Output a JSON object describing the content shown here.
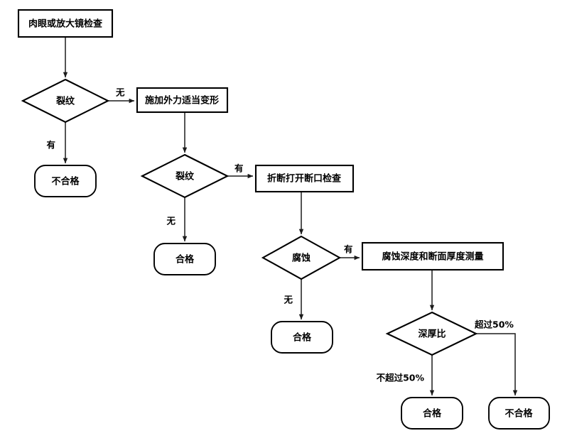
{
  "diagram": {
    "type": "flowchart",
    "title": "",
    "background_color": "#ffffff",
    "line_color": "#1b1b1b",
    "text_color": "#000000",
    "nodes": [
      {
        "id": "n1",
        "shape": "rectangle",
        "label": "肉眼或放大镜检查"
      },
      {
        "id": "n2",
        "shape": "diamond",
        "label": "裂纹"
      },
      {
        "id": "n3",
        "shape": "rounded",
        "label": "不合格"
      },
      {
        "id": "n4",
        "shape": "rectangle",
        "label": "施加外力适当变形"
      },
      {
        "id": "n5",
        "shape": "diamond",
        "label": "裂纹"
      },
      {
        "id": "n6",
        "shape": "rounded",
        "label": "合格"
      },
      {
        "id": "n7",
        "shape": "rectangle",
        "label": "折断打开断口检查"
      },
      {
        "id": "n8",
        "shape": "diamond",
        "label": "腐蚀"
      },
      {
        "id": "n9",
        "shape": "rounded",
        "label": "合格"
      },
      {
        "id": "n10",
        "shape": "rectangle",
        "label": "腐蚀深度和断面厚度测量"
      },
      {
        "id": "n11",
        "shape": "diamond",
        "label": "深厚比"
      },
      {
        "id": "n12",
        "shape": "rounded",
        "label": "合格"
      },
      {
        "id": "n13",
        "shape": "rounded",
        "label": "不合格"
      }
    ],
    "edges": [
      {
        "from": "n1",
        "to": "n2",
        "label": ""
      },
      {
        "from": "n2",
        "to": "n4",
        "label": "无"
      },
      {
        "from": "n2",
        "to": "n3",
        "label": "有"
      },
      {
        "from": "n4",
        "to": "n5",
        "label": ""
      },
      {
        "from": "n5",
        "to": "n7",
        "label": "有"
      },
      {
        "from": "n5",
        "to": "n6",
        "label": "无"
      },
      {
        "from": "n7",
        "to": "n8",
        "label": ""
      },
      {
        "from": "n8",
        "to": "n10",
        "label": "有"
      },
      {
        "from": "n8",
        "to": "n9",
        "label": "无"
      },
      {
        "from": "n10",
        "to": "n11",
        "label": ""
      },
      {
        "from": "n11",
        "to": "n12",
        "label": "不超过50%"
      },
      {
        "from": "n11",
        "to": "n13",
        "label": "超过50%"
      }
    ],
    "edge_labels": {
      "e_n2_n4": "无",
      "e_n2_n3": "有",
      "e_n5_n7": "有",
      "e_n5_n6": "无",
      "e_n8_n10": "有",
      "e_n8_n9": "无",
      "e_n11_n12": "不超过50%",
      "e_n11_n13": "超过50%"
    }
  }
}
